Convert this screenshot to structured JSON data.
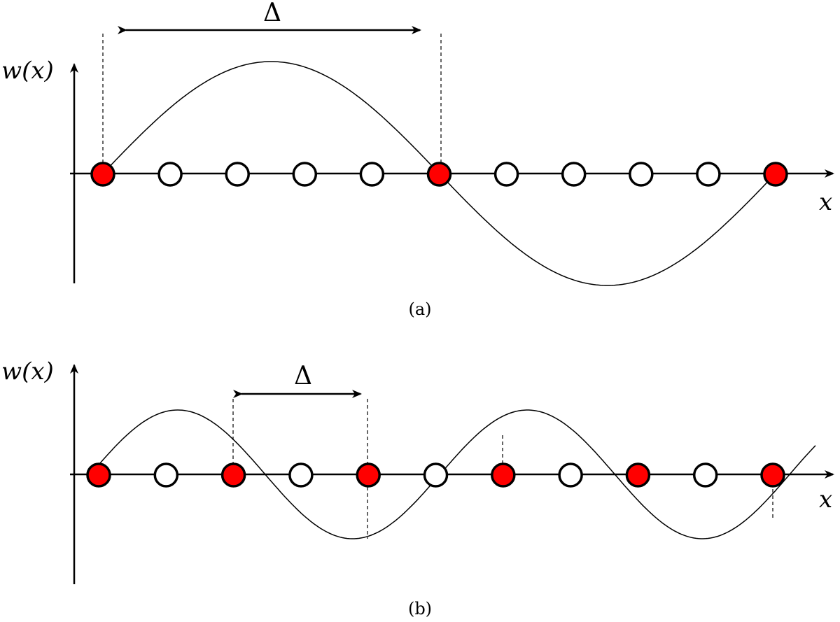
{
  "panels": [
    {
      "caption": "(a)",
      "y_axis_label": "w(x)",
      "x_axis_label": "x",
      "delta_label": "Δ",
      "nodes": [
        "red",
        "white",
        "white",
        "white",
        "white",
        "red",
        "white",
        "white",
        "white",
        "white",
        "red"
      ]
    },
    {
      "caption": "(b)",
      "y_axis_label": "w(x)",
      "x_axis_label": "x",
      "delta_label": "Δ",
      "nodes": [
        "red",
        "white",
        "red",
        "white",
        "red",
        "white",
        "red",
        "white",
        "red",
        "white",
        "red"
      ]
    }
  ],
  "colors": {
    "filled_node": "#ff0000",
    "empty_node": "#ffffff",
    "stroke": "#000000"
  }
}
